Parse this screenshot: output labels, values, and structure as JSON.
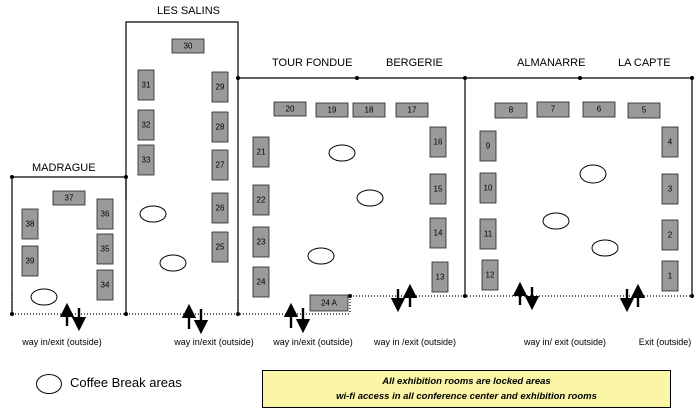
{
  "rooms": {
    "madrague": "MADRAGUE",
    "les_salins": "LES SALINS",
    "tour_fondue": "TOUR FONDUE",
    "bergerie": "BERGERIE",
    "almanarre": "ALMANARRE",
    "la_capte": "LA CAPTE"
  },
  "booths": {
    "b1": "1",
    "b2": "2",
    "b3": "3",
    "b4": "4",
    "b5": "5",
    "b6": "6",
    "b7": "7",
    "b8": "8",
    "b9": "9",
    "b10": "10",
    "b11": "11",
    "b12": "12",
    "b13": "13",
    "b14": "14",
    "b15": "15",
    "b16": "16",
    "b17": "17",
    "b18": "18",
    "b19": "19",
    "b20": "20",
    "b21": "21",
    "b22": "22",
    "b23": "23",
    "b24": "24",
    "b24a": "24 A",
    "b25": "25",
    "b26": "26",
    "b27": "27",
    "b28": "28",
    "b29": "29",
    "b30": "30",
    "b31": "31",
    "b32": "32",
    "b33": "33",
    "b34": "34",
    "b35": "35",
    "b36": "36",
    "b37": "37",
    "b38": "38",
    "b39": "39"
  },
  "exits": {
    "madrague": "way in/exit (outside)",
    "les_salins": "way in/exit (outside)",
    "tour_fondue": "way in/exit (outside)",
    "bergerie": "way in /exit (outside)",
    "almanarre": "way in/ exit (outside)",
    "la_capte": "Exit (outside)"
  },
  "legend": {
    "coffee_break": "Coffee Break areas"
  },
  "notice": {
    "line1": "All exhibition rooms are locked areas",
    "line2": "wi-fi access in all conference center and exhibition rooms"
  },
  "colors": {
    "booth_fill": "#9a9a9a",
    "notice_bg": "#fbf6a6"
  }
}
